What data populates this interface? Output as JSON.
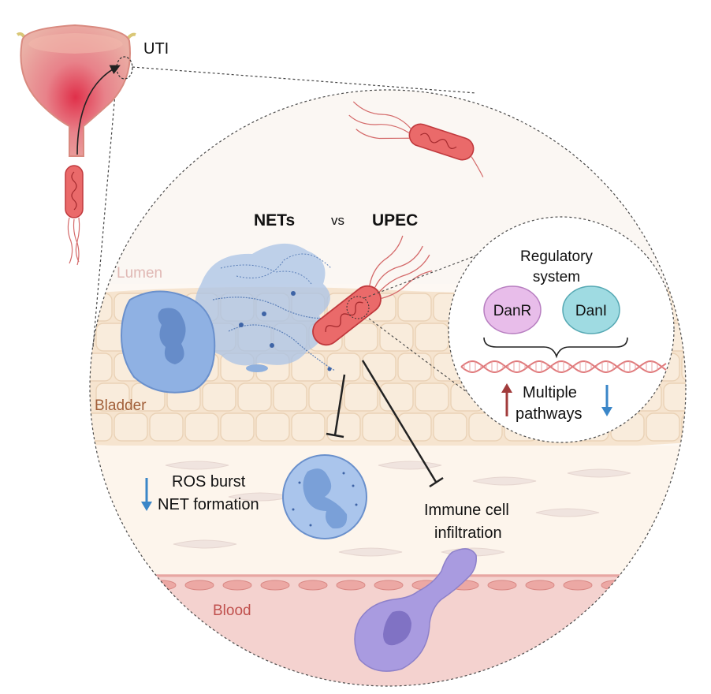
{
  "labels": {
    "uti": "UTI",
    "nets": "NETs",
    "vs": "vs",
    "upec": "UPEC",
    "lumen": "Lumen",
    "bladder": "Bladder",
    "blood": "Blood",
    "regulatory_line1": "Regulatory",
    "regulatory_line2": "system",
    "danr": "DanR",
    "dani": "DanI",
    "multiple": "Multiple",
    "pathways": "pathways",
    "ros_burst": "ROS burst",
    "net_formation": "NET formation",
    "immune_line1": "Immune cell",
    "immune_line2": "infiltration"
  },
  "colors": {
    "bacterium": "#e8545a",
    "epithelium": "#f6e4cf",
    "neutrophil": "#9ab9e8",
    "nets_cloud": "#a9c3e4",
    "blood_vessel": "#f2c6c3",
    "immune_cell": "#a99be0",
    "danr": "#e8bdea",
    "dani": "#9fdbe2",
    "dna": "#e07a7c",
    "up_arrow": "#a13b3b",
    "down_arrow": "#3a86c8"
  }
}
